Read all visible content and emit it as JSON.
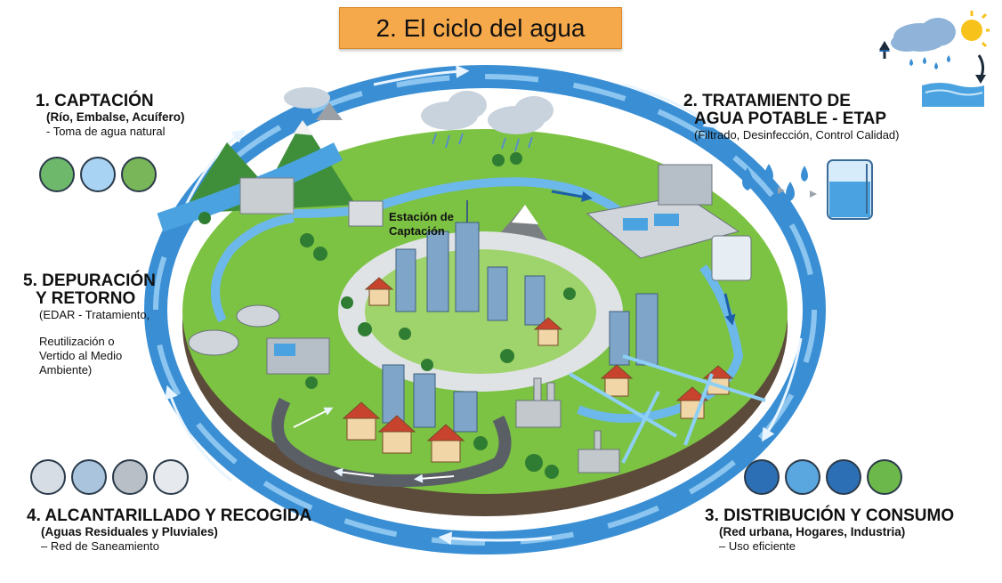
{
  "title": "2. El ciclo del agua",
  "station_label": [
    "Estación de",
    "Captación"
  ],
  "stages": {
    "captacion": {
      "title": "1. CAPTACIÓN",
      "subtitle": "(Río, Embalse, Acuífero)",
      "note": "- Toma de agua natural",
      "icons": [
        "river-icon",
        "cloud-icon",
        "mountain-icon"
      ]
    },
    "tratamiento": {
      "title_line1": "2. TRATAMIENTO DE",
      "title_line2": "AGUA POTABLE - ETAP",
      "subtitle": "(Filtrado, Desinfección, Control Calidad)",
      "icons": [
        "water-drop-icon",
        "water-tank-icon"
      ]
    },
    "distribucion": {
      "title": "3. DISTRIBUCIÓN Y CONSUMO",
      "subtitle": "(Red urbana, Hogares, Industria)",
      "note": "– Uso eficiente",
      "icons": [
        "building-icon",
        "shower-icon",
        "toilet-icon",
        "plant-icon"
      ]
    },
    "alcantarillado": {
      "title": "4. ALCANTARILLADO Y RECOGIDA",
      "subtitle": "(Aguas Residuales y Pluviales)",
      "note": "– Red de Saneamiento",
      "icons": [
        "rain-drop-icon",
        "rain-cloud-icon",
        "oil-drop-icon",
        "faucet-icon"
      ]
    },
    "depuracion": {
      "title_line1": "5. DEPURACIÓN",
      "title_line2": "Y RETORNO",
      "note_lines": [
        "(EDAR - Tratamiento,",
        "",
        "Reutilización o",
        "Vertido al Medio",
        "Ambiente)"
      ]
    }
  },
  "colors": {
    "title_bg": "#f6a94b",
    "water": "#3a8fd4",
    "grass": "#7cc243",
    "road": "#5a5f66",
    "sky_cloud": "#8fb3d9",
    "sun": "#f7c21a"
  }
}
